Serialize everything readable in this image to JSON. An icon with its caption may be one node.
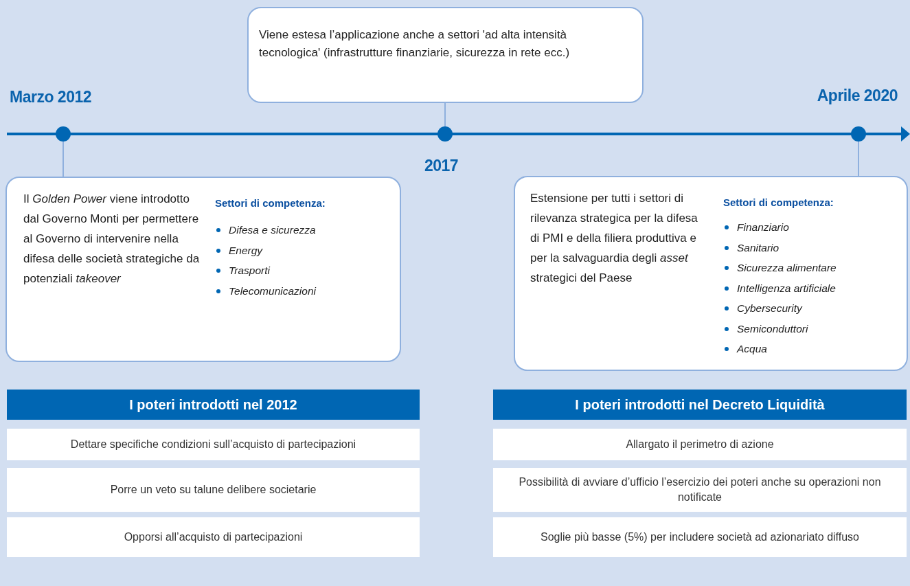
{
  "diagram": {
    "nodes": [
      {
        "text": [
          "Viene estesa l’applicazione anche a settori 'ad alta intensità tecnologica' (infrastrutture finanziarie, sicurezza in rete ecc.)"
        ]
      },
      {
        "text": [],
        "shape": "circle",
        "beside": [
          "Marzo 2012"
        ]
      },
      {
        "text": [],
        "shape": "circle",
        "beside": [
          "2017"
        ]
      },
      {
        "text": [],
        "shape": "circle",
        "beside": [
          "Aprile 2020"
        ]
      },
      {
        "text": [
          "Il *Golden Power* viene introdotto dal Governo Monti per permettere al Governo di intervenire nella difesa delle società strategiche da potenziali *takeover*",
          "Settori di competenza:",
          "Difesa e sicurezza",
          "Energy",
          "Trasporti",
          "Telecomunicazioni"
        ]
      },
      {
        "text": [
          "Estensione per tutti i settori di  rilevanza strategica per la difesa di PMI e della filiera produttiva e per la salvaguardia degli *asset* strategici del Paese",
          "Settori di competenza:",
          "Finanziario",
          "Sanitario",
          "Sicurezza alimentare",
          "Intelligenza artificiale",
          "Cybersecurity",
          "Semiconduttori",
          "Acqua"
        ]
      },
      {
        "text": [
          "I poteri introdotti nel 2012"
        ]
      },
      {
        "text": [
          "Dettare specifiche condizioni sull’acquisto di partecipazioni"
        ]
      },
      {
        "text": [
          "Porre un veto su talune delibere societarie"
        ]
      },
      {
        "text": [
          "Opporsi all’acquisto di partecipazioni"
        ]
      },
      {
        "text": [
          "I poteri introdotti nel Decreto Liquidità"
        ]
      },
      {
        "text": [
          "Allargato il perimetro di azione"
        ]
      },
      {
        "text": [
          "Possibilità di avviare d’ufficio l’esercizio dei poteri anche su operazioni non notificate"
        ]
      },
      {
        "text": [
          "Soglie più basse (5%) per includere società ad azionariato diffuso"
        ]
      }
    ],
    "edges": [
      {
        "from": 1,
        "to": 4,
        "arrow": "none"
      },
      {
        "from": 2,
        "to": 0,
        "arrow": "none"
      },
      {
        "from": 3,
        "to": 5,
        "arrow": "none"
      }
    ]
  }
}
